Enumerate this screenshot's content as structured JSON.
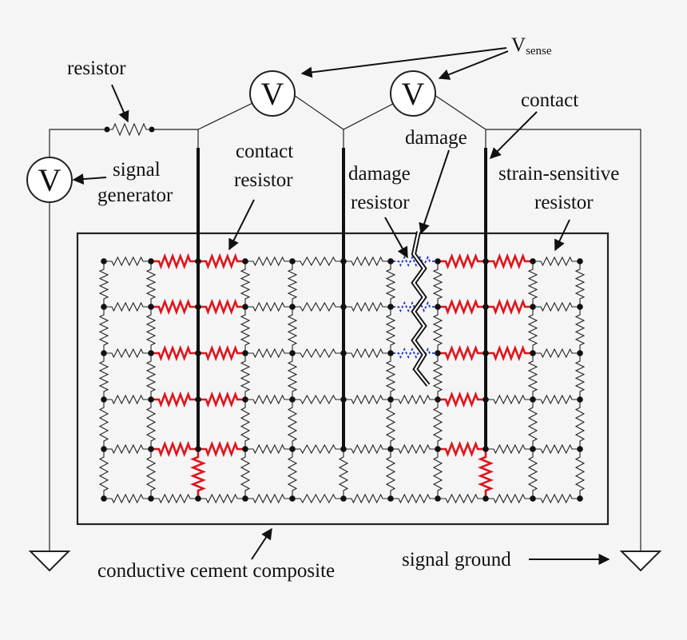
{
  "labels": {
    "resistor": "resistor",
    "v_sense_main": "V",
    "v_sense_sub": "sense",
    "contact": "contact",
    "signal_line1": "signal",
    "signal_line2": "generator",
    "contact_resistor_line1": "contact",
    "contact_resistor_line2": "resistor",
    "damage": "damage",
    "damage_resistor_line1": "damage",
    "damage_resistor_line2": "resistor",
    "strain_line1": "strain-sensitive",
    "strain_line2": "resistor",
    "composite": "conductive cement composite",
    "ground": "signal ground"
  },
  "meters": {
    "generator_symbol": "V",
    "sense1_symbol": "V",
    "sense2_symbol": "V"
  },
  "colors": {
    "background": "#f5f5f5",
    "ink": "#222222",
    "contact_resistor": "#e0141b",
    "damage_resistor": "#1a2fd6"
  }
}
